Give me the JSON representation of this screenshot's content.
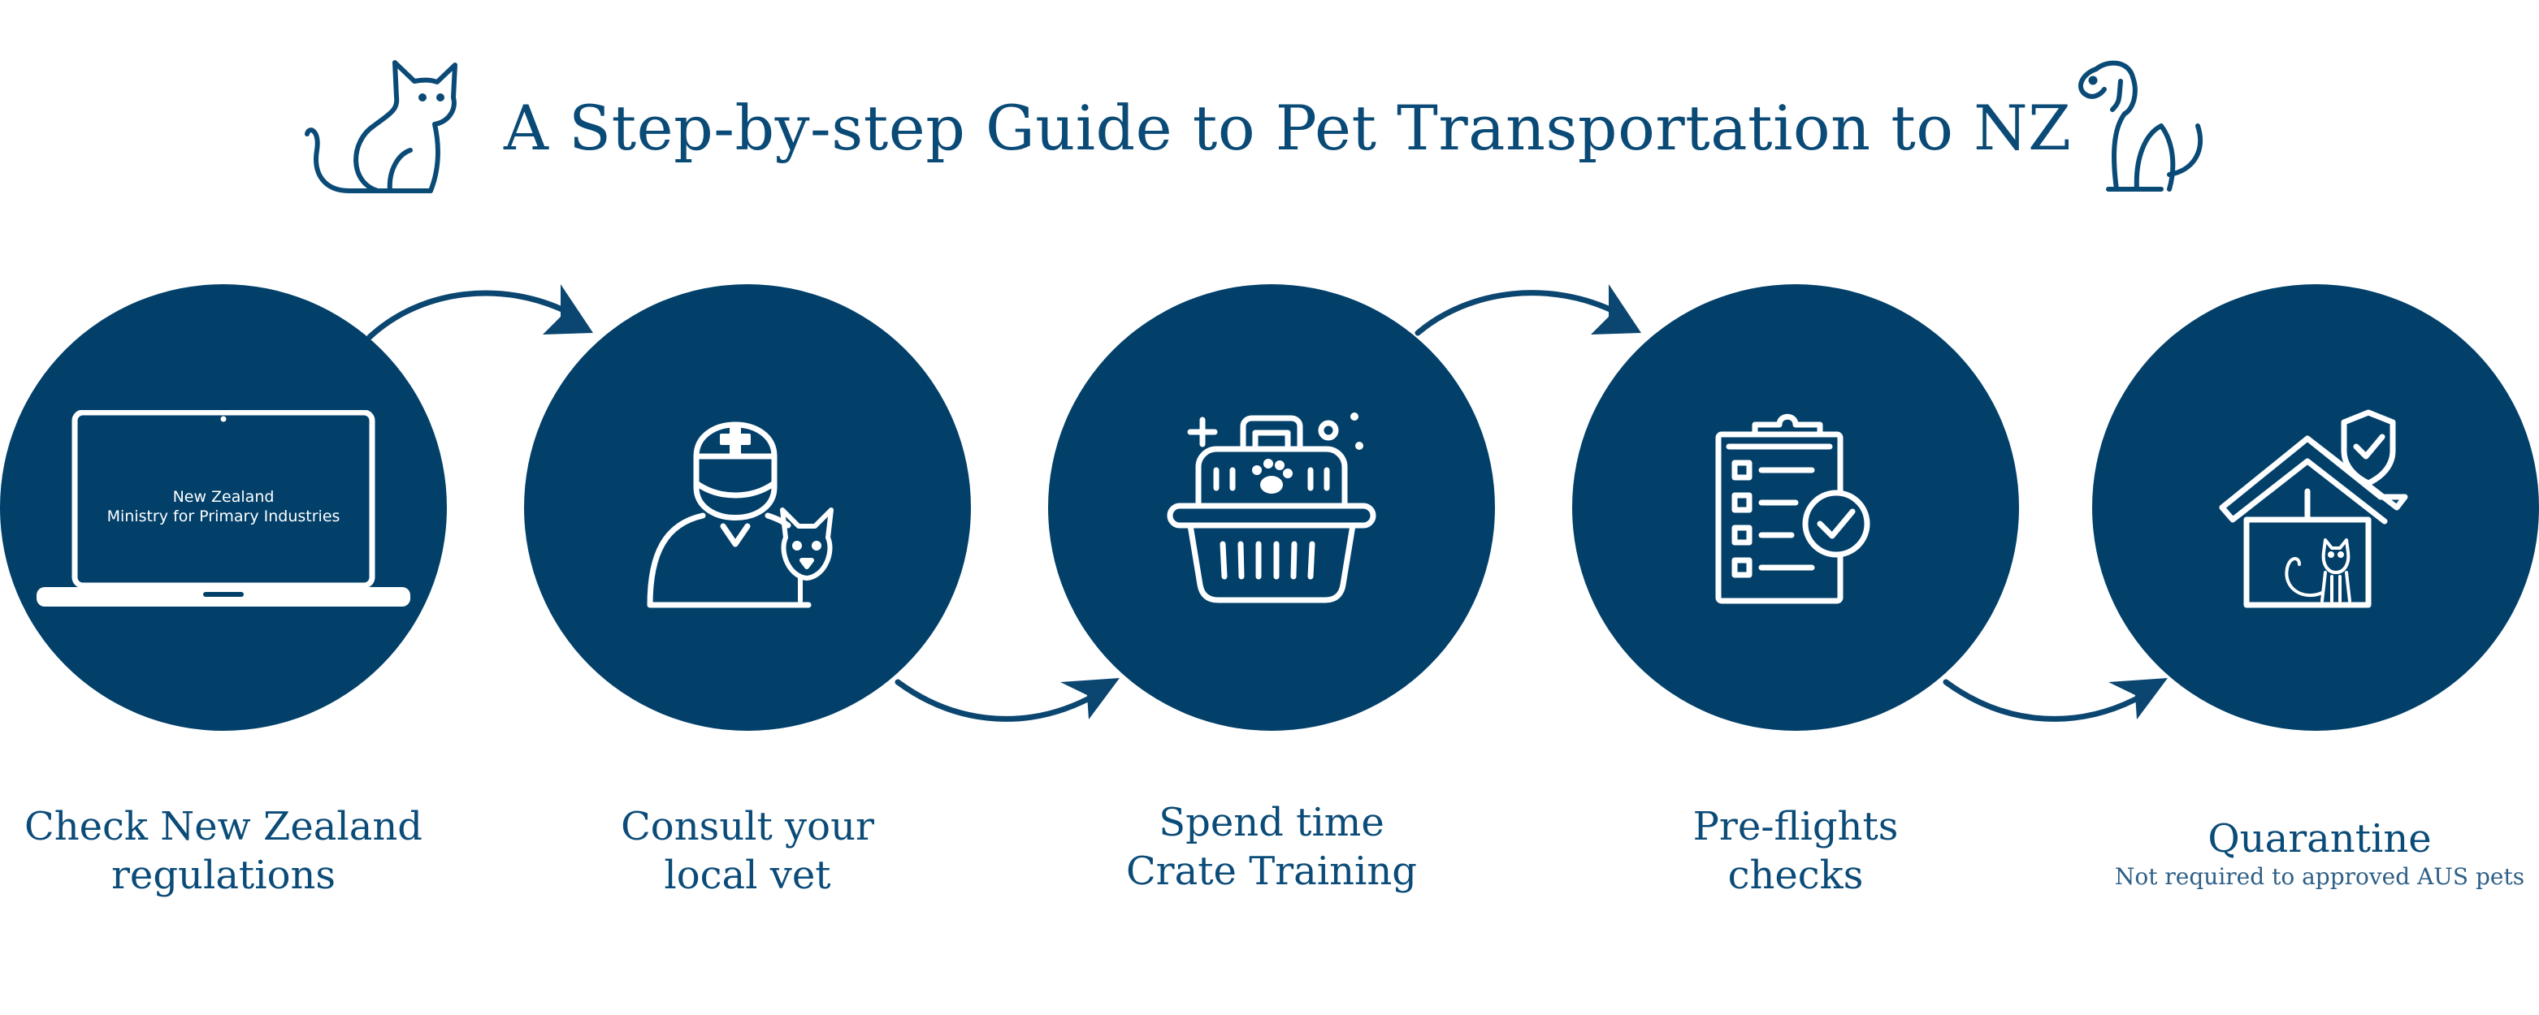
{
  "title": "A Step-by-step Guide to Pet Transportation to NZ",
  "colors": {
    "primary": "#02406a",
    "text": "#0b4b78",
    "note": "#2e5f86",
    "background": "#ffffff"
  },
  "decorations": {
    "left_icon": "cat-outline-icon",
    "right_icon": "dog-outline-icon"
  },
  "steps": [
    {
      "icon": "laptop-icon",
      "screen_lines": [
        "New Zealand",
        "Ministry for Primary Industries"
      ],
      "label_lines": [
        "Check New Zealand",
        "regulations"
      ]
    },
    {
      "icon": "veterinarian-with-dog-icon",
      "label_lines": [
        "Consult your",
        "local vet"
      ]
    },
    {
      "icon": "pet-crate-icon",
      "label_lines": [
        "Spend time",
        "Crate Training"
      ]
    },
    {
      "icon": "checklist-clipboard-icon",
      "label_lines": [
        "Pre-flights",
        "checks"
      ]
    },
    {
      "icon": "house-with-cat-shield-icon",
      "label_lines": [
        "Quarantine"
      ],
      "note": "Not required to approved AUS pets"
    }
  ]
}
